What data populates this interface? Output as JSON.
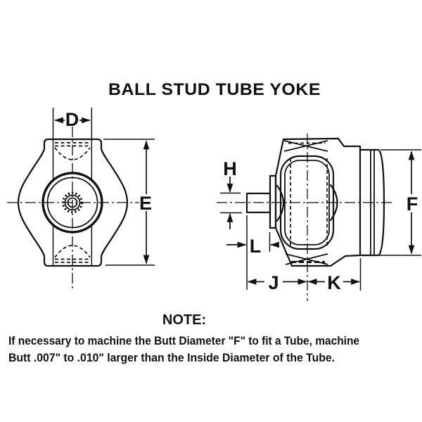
{
  "title": "BALL STUD TUBE YOKE",
  "dimension_labels": {
    "D": "D",
    "E": "E",
    "H": "H",
    "F": "F",
    "L": "L",
    "J": "J",
    "K": "K"
  },
  "note": {
    "heading": "NOTE:",
    "line1": "If necessary to machine the Butt Diameter \"F\" to fit a Tube, machine",
    "line2": "Butt .007\" to .010\" larger than the Inside Diameter of the Tube."
  },
  "colors": {
    "ink": "#111111",
    "background": "#ffffff"
  }
}
